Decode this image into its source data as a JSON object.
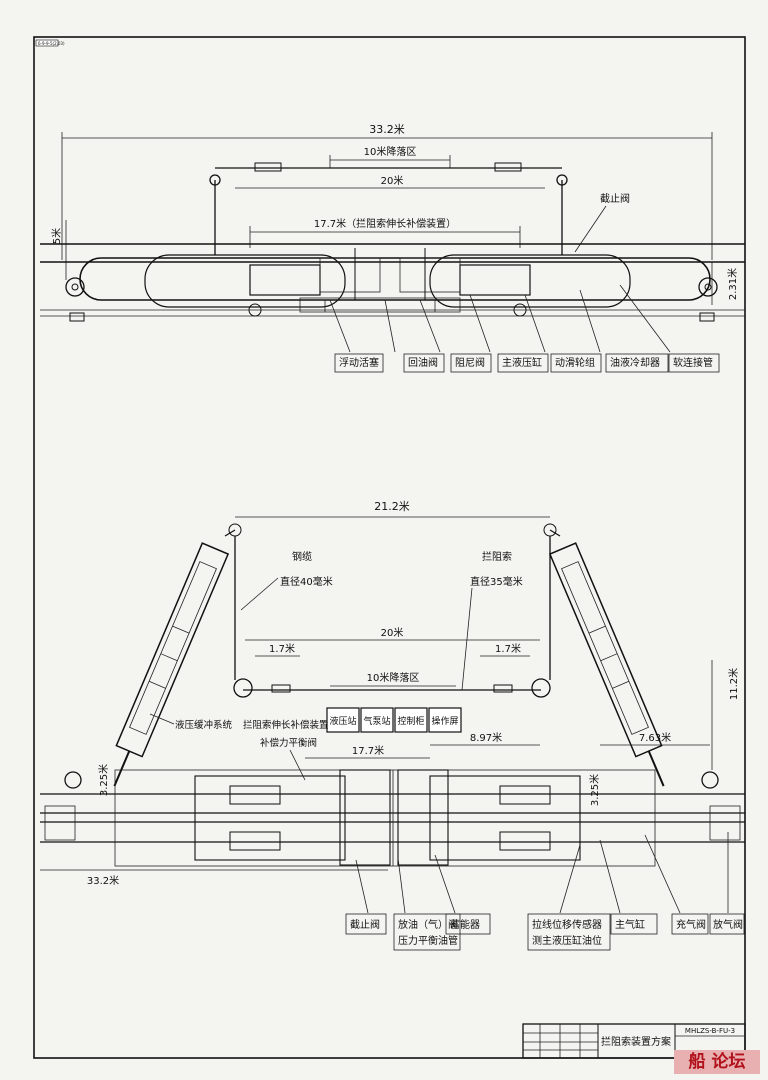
{
  "sheet": {
    "corner_code": "6-9-9-5(2.03)",
    "drawing_no": "MHLZS-B-FU-3",
    "drawing_title": "拦阻索装置方案",
    "watermark": "船 论坛"
  },
  "top_view": {
    "dim_total": "33.2米",
    "dim_drop_zone": "10米降落区",
    "dim_20": "20米",
    "dim_compensator": "17.7米（拦阻索伸长补偿装置）",
    "dim_height_left": "5米",
    "dim_height_right": "2.31米",
    "label_stop_valve": "截止阀",
    "callouts": [
      "浮动活塞",
      "回油阀",
      "阻尼阀",
      "主液压缸",
      "动滑轮组",
      "油液冷却器",
      "软连接管"
    ]
  },
  "bottom_view": {
    "dim_21_2": "21.2米",
    "cable_label": "钢缆",
    "cable_dia": "直径40毫米",
    "arrest_label": "拦阻索",
    "arrest_dia": "直径35毫米",
    "dim_20": "20米",
    "dim_1_7_left": "1.7米",
    "dim_1_7_right": "1.7米",
    "dim_drop_zone": "10米降落区",
    "stations": [
      "液压站",
      "气泵站",
      "控制柜",
      "操作屏"
    ],
    "label_hydraulic_buffer": "液压缓冲系统",
    "label_compensator": "拦阻索伸长补偿装置",
    "label_balance_valve": "补偿力平衡阀",
    "dim_17_7": "17.7米",
    "dim_8_97": "8.97米",
    "dim_7_63": "7.63米",
    "dim_3_25_left": "3.25米",
    "dim_3_25_right": "3.25米",
    "dim_11_2": "11.2米",
    "dim_33_2": "33.2米",
    "callouts": [
      {
        "l1": "截止阀",
        "l2": ""
      },
      {
        "l1": "放油（气）阀",
        "l2": "压力平衡油管"
      },
      {
        "l1": "蓄能器",
        "l2": ""
      },
      {
        "l1": "拉线位移传感器",
        "l2": "测主液压缸油位"
      },
      {
        "l1": "主气缸",
        "l2": ""
      },
      {
        "l1": "充气阀",
        "l2": ""
      },
      {
        "l1": "放气阀",
        "l2": ""
      }
    ]
  }
}
